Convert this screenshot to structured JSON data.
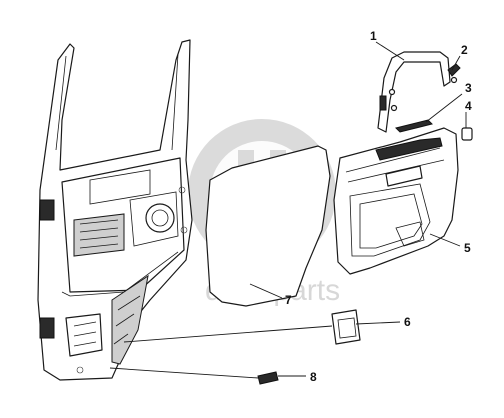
{
  "watermark": {
    "text": "data-parts"
  },
  "callouts": [
    {
      "id": "1",
      "label": "1"
    },
    {
      "id": "2",
      "label": "2"
    },
    {
      "id": "3",
      "label": "3"
    },
    {
      "id": "4",
      "label": "4"
    },
    {
      "id": "5",
      "label": "5"
    },
    {
      "id": "6",
      "label": "6"
    },
    {
      "id": "7",
      "label": "7"
    },
    {
      "id": "8",
      "label": "8"
    }
  ],
  "colors": {
    "line": "#1a1a1a",
    "watermark": "#bdbdbd",
    "background": "#ffffff"
  }
}
